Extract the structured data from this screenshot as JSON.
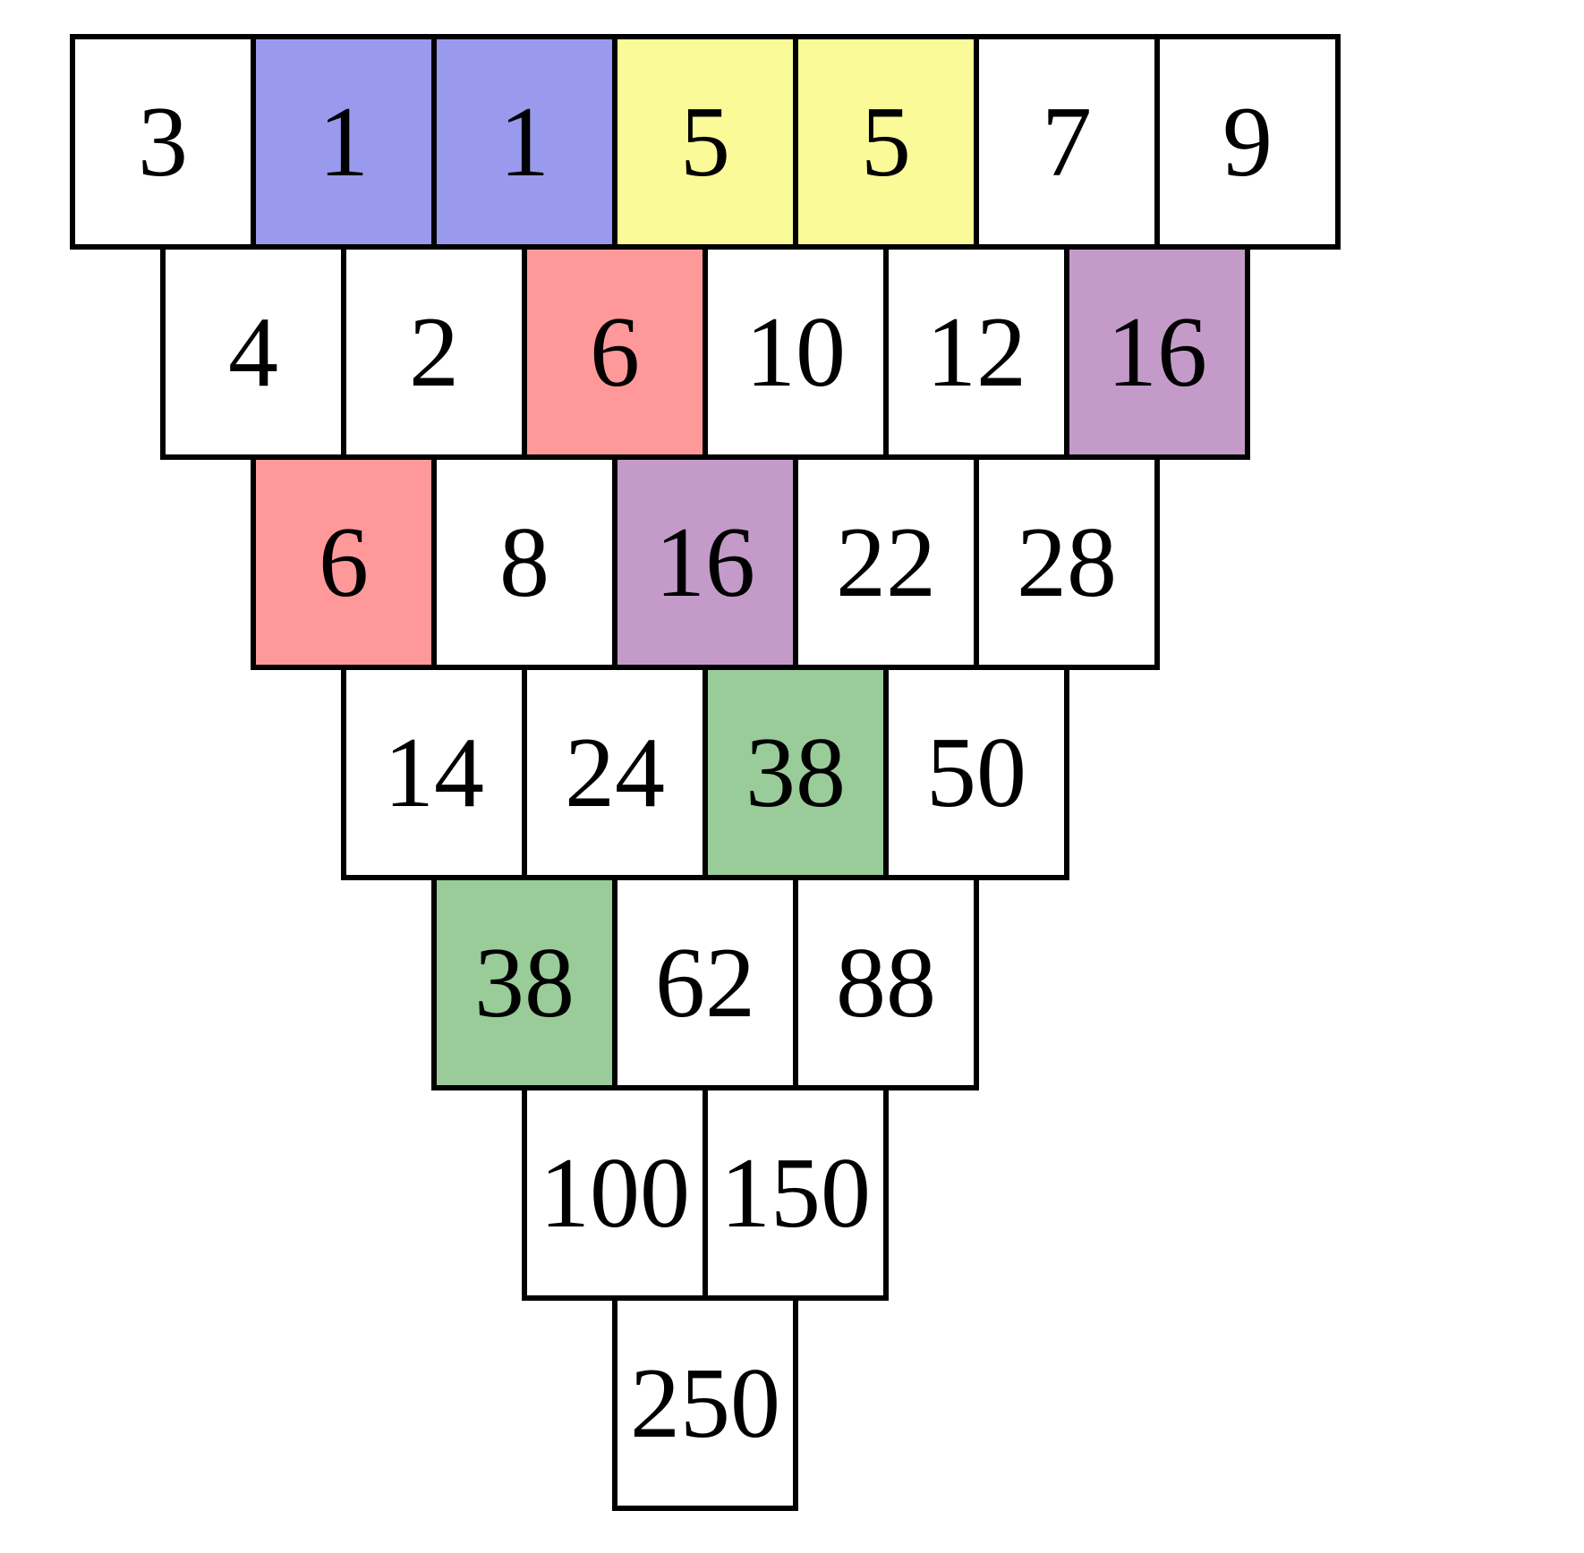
{
  "diagram": {
    "kind": "addition-pyramid",
    "rows": [
      {
        "cells": [
          {
            "value": "3",
            "color": "white"
          },
          {
            "value": "1",
            "color": "blue"
          },
          {
            "value": "1",
            "color": "blue"
          },
          {
            "value": "5",
            "color": "yellow"
          },
          {
            "value": "5",
            "color": "yellow"
          },
          {
            "value": "7",
            "color": "white"
          },
          {
            "value": "9",
            "color": "white"
          }
        ]
      },
      {
        "cells": [
          {
            "value": "4",
            "color": "white"
          },
          {
            "value": "2",
            "color": "white"
          },
          {
            "value": "6",
            "color": "red"
          },
          {
            "value": "10",
            "color": "white"
          },
          {
            "value": "12",
            "color": "white"
          },
          {
            "value": "16",
            "color": "purple"
          }
        ]
      },
      {
        "cells": [
          {
            "value": "6",
            "color": "red"
          },
          {
            "value": "8",
            "color": "white"
          },
          {
            "value": "16",
            "color": "purple"
          },
          {
            "value": "22",
            "color": "white"
          },
          {
            "value": "28",
            "color": "white"
          }
        ]
      },
      {
        "cells": [
          {
            "value": "14",
            "color": "white"
          },
          {
            "value": "24",
            "color": "white"
          },
          {
            "value": "38",
            "color": "green"
          },
          {
            "value": "50",
            "color": "white"
          }
        ]
      },
      {
        "cells": [
          {
            "value": "38",
            "color": "green"
          },
          {
            "value": "62",
            "color": "white"
          },
          {
            "value": "88",
            "color": "white"
          }
        ]
      },
      {
        "cells": [
          {
            "value": "100",
            "color": "white"
          },
          {
            "value": "150",
            "color": "white"
          }
        ]
      },
      {
        "cells": [
          {
            "value": "250",
            "color": "white"
          }
        ]
      }
    ],
    "colors": {
      "white": "#ffffff",
      "blue": "#9999ee",
      "yellow": "#fafa99",
      "red": "#ff9999",
      "purple": "#c49ac9",
      "green": "#99cc99",
      "border": "#000000",
      "text": "#000000"
    }
  }
}
